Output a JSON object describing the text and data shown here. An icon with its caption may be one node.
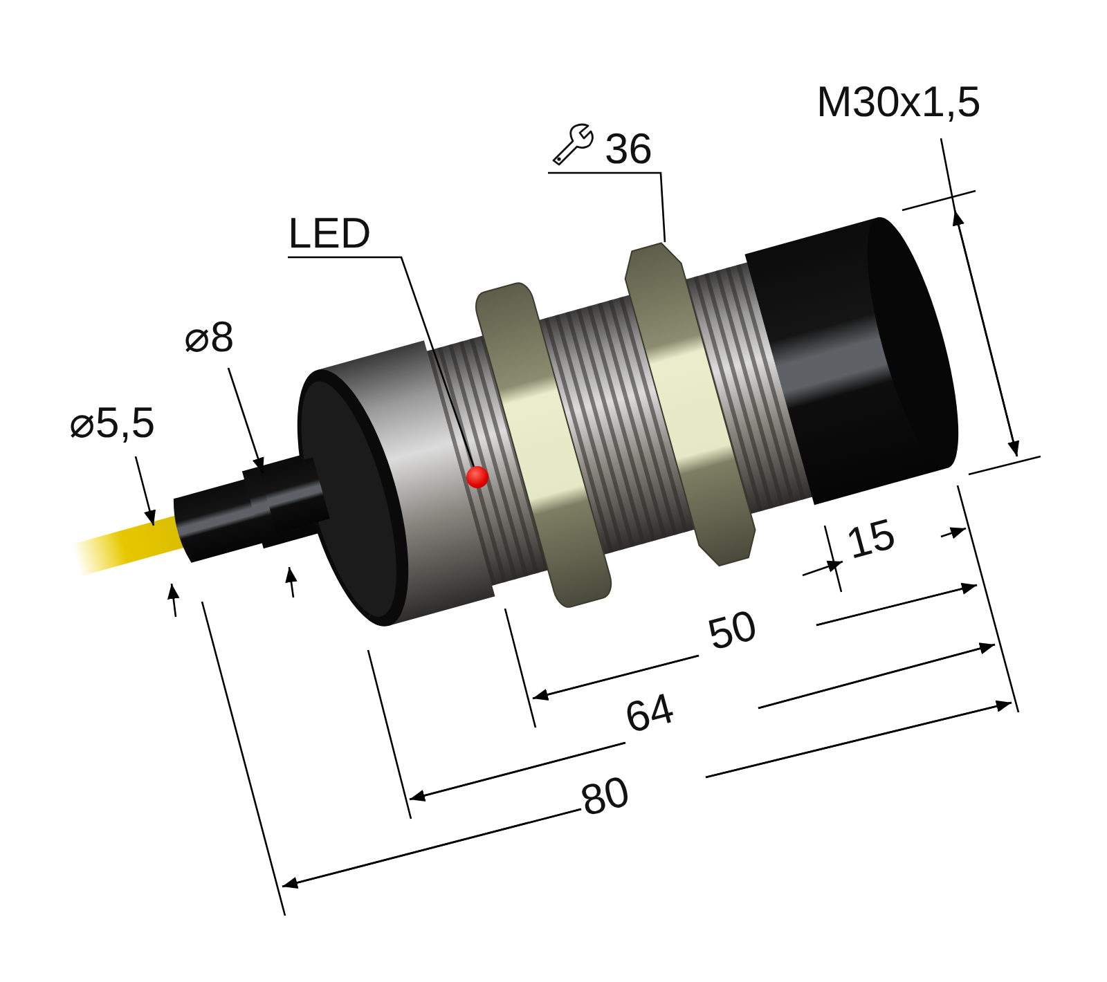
{
  "diagram": {
    "nodes": [
      {
        "text": [
          "LED"
        ]
      },
      {
        "text": [],
        "shape": "circle"
      },
      {
        "text": [
          "36"
        ]
      },
      {
        "text": [],
        "shape": "picture"
      }
    ],
    "edges": [
      {
        "from": 0,
        "to": 1,
        "arrow": "none"
      },
      {
        "from": 2,
        "to": 3,
        "arrow": "none"
      }
    ],
    "labels": [
      "M30x1,5",
      "⌀8",
      "⌀5,5",
      "15",
      "50",
      "64",
      "80"
    ]
  }
}
